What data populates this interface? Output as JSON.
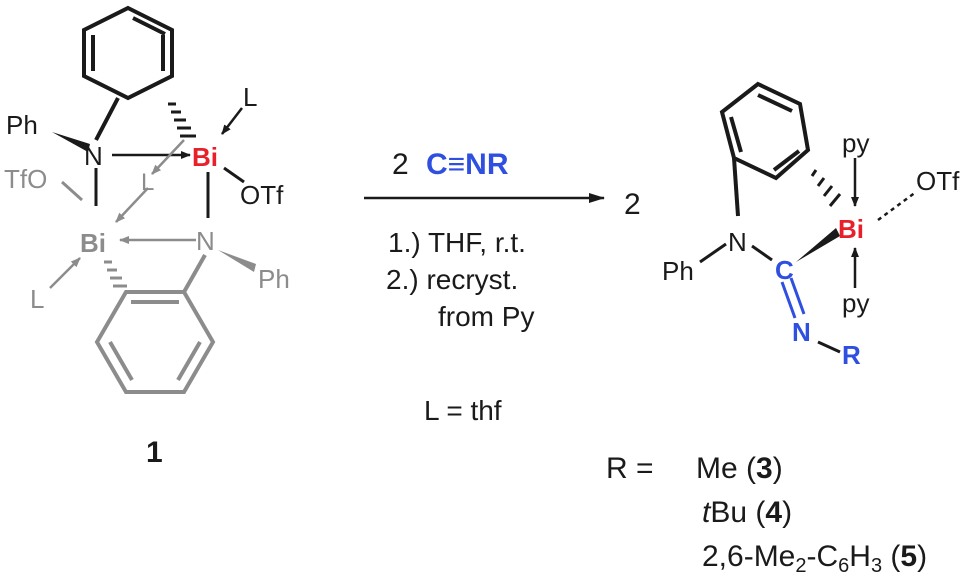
{
  "compound1": {
    "number": "1",
    "ph_top": "Ph",
    "n_top": "N",
    "bi_top": "Bi",
    "l_top": "L",
    "otf_top": "OTf",
    "tfo_bottom": "TfO",
    "bi_bottom": "Bi",
    "l_inner": "L",
    "n_bottom": "N",
    "ph_bottom": "Ph",
    "l_bottom": "L"
  },
  "reaction": {
    "coefficient": "2",
    "reagent": "C≡NR",
    "step1": "1.) THF, r.t.",
    "step2": "2.) recryst.",
    "step2b": "from Py",
    "ligand_def": "L = thf"
  },
  "product": {
    "coefficient": "2",
    "ph": "Ph",
    "n": "N",
    "c": "C",
    "imine_n": "N",
    "r": "R",
    "bi": "Bi",
    "py_top": "py",
    "py_bottom": "py",
    "otf": "OTf"
  },
  "substituents": {
    "prefix": "R =",
    "items": [
      {
        "name": "Me",
        "number": "3"
      },
      {
        "name_italic": "t",
        "name_rest": "Bu",
        "number": "4"
      },
      {
        "name_a": "2,6-Me",
        "sub_a": "2",
        "name_b": "-C",
        "sub_b": "6",
        "name_c": "H",
        "sub_c": "3",
        "number": "5"
      }
    ]
  },
  "colors": {
    "black": "#1a1a1a",
    "gray": "#8c8c8c",
    "bismuth_red": "#e8202a",
    "isocyanide_blue": "#2f4fe0"
  }
}
